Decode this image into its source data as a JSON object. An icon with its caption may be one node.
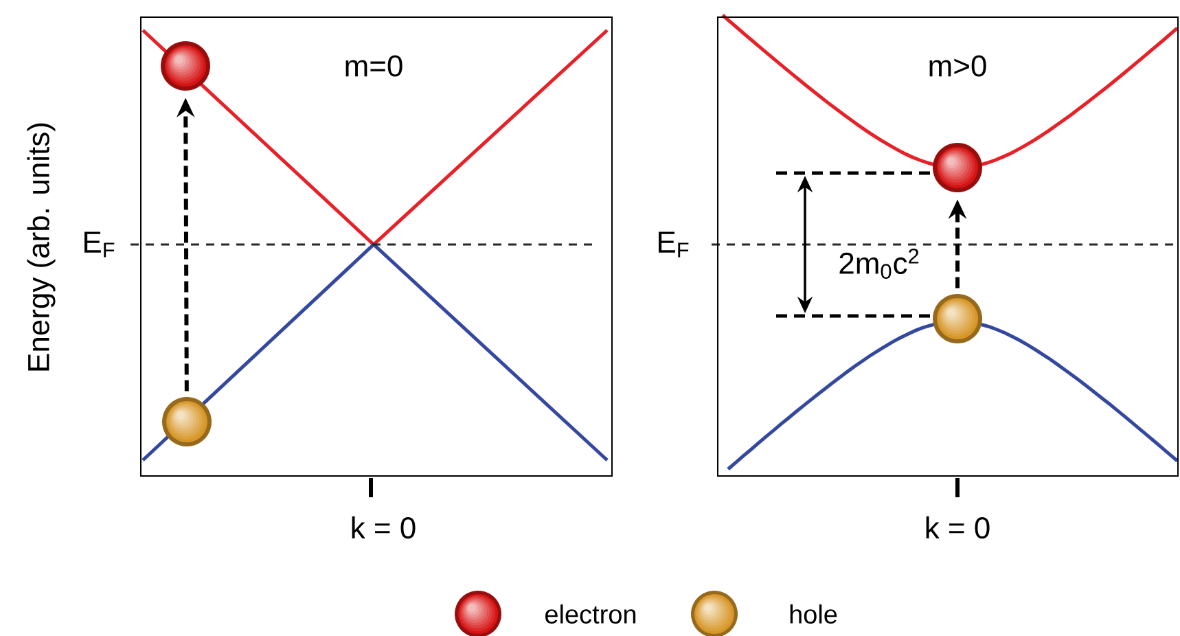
{
  "diagram": {
    "nodes": [
      {
        "text": [
          "m=0"
        ]
      },
      {
        "text": [],
        "shape": "circle",
        "in": 0
      },
      {
        "text": [],
        "shape": "circle",
        "in": 0
      },
      {
        "text": [
          "m>0"
        ]
      },
      {
        "text": [],
        "shape": "circle",
        "in": 3
      },
      {
        "text": [],
        "shape": "circle",
        "in": 3
      }
    ],
    "edges": [
      {
        "from": 2,
        "to": 1,
        "arrow": "to",
        "style": "dashed"
      },
      {
        "from": 5,
        "to": 4,
        "arrow": "to",
        "style": "dashed"
      }
    ],
    "labels": [
      "Energy (arb. units)",
      "E$_{F}$",
      "k = 0",
      "E$_{F}$",
      "2m$_{0}$c$^{2}$",
      "k = 0"
    ],
    "legend": [
      {
        "text": "electron"
      },
      {
        "text": "hole"
      }
    ]
  }
}
